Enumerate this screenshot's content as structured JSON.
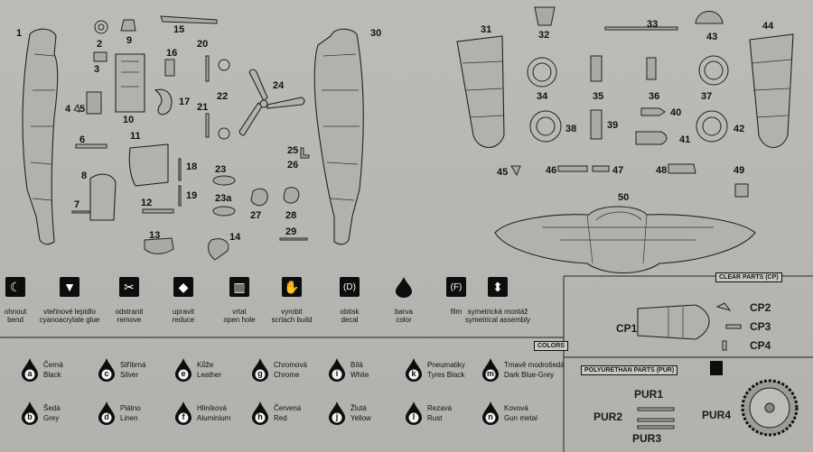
{
  "part_numbers": [
    "1",
    "2",
    "3",
    "4",
    "5",
    "6",
    "7",
    "8",
    "9",
    "10",
    "11",
    "12",
    "13",
    "14",
    "15",
    "16",
    "17",
    "18",
    "19",
    "20",
    "21",
    "22",
    "23",
    "23a",
    "24",
    "25",
    "26",
    "27",
    "28",
    "29",
    "30",
    "31",
    "32",
    "33",
    "34",
    "35",
    "36",
    "37",
    "38",
    "39",
    "40",
    "41",
    "42",
    "43",
    "44",
    "45",
    "46",
    "47",
    "48",
    "49",
    "50"
  ],
  "legend": [
    {
      "icon": "ohnout-bend-icon",
      "label": "ohnout\nbend"
    },
    {
      "icon": "glue-icon",
      "label": "vteřinové lepidlo\ncyanoacrylate glue"
    },
    {
      "icon": "remove-icon",
      "label": "odstranit\nremove"
    },
    {
      "icon": "reduce-icon",
      "label": "upravit\nreduce"
    },
    {
      "icon": "drill-icon",
      "label": "vrtat\nopen hole"
    },
    {
      "icon": "scratch-build-icon",
      "label": "vyrobit\nscrtach build"
    },
    {
      "icon": "decal-icon",
      "glyph": "(D)",
      "label": "obtisk\ndecal"
    },
    {
      "icon": "color-drop-icon",
      "label": "barva\ncolor"
    },
    {
      "icon": "film-icon",
      "glyph": "(F)",
      "label": "film"
    },
    {
      "icon": "symmetrical-icon",
      "label": "symetrická montáž\nsymetrical assembly"
    }
  ],
  "clear_parts": {
    "title": "CLEAR PARTS (CP)",
    "items": [
      "CP1",
      "CP2",
      "CP3",
      "CP4"
    ]
  },
  "colors_title": "COLORS",
  "colors": [
    {
      "code": "a",
      "cz": "Černá",
      "en": "Black"
    },
    {
      "code": "b",
      "cz": "Šedá",
      "en": "Grey"
    },
    {
      "code": "c",
      "cz": "Stříbrná",
      "en": "Silver"
    },
    {
      "code": "d",
      "cz": "Plátno",
      "en": "Linen"
    },
    {
      "code": "e",
      "cz": "Kůže",
      "en": "Leather"
    },
    {
      "code": "f",
      "cz": "Hliníková",
      "en": "Aluminium"
    },
    {
      "code": "g",
      "cz": "Chromová",
      "en": "Chrome"
    },
    {
      "code": "h",
      "cz": "Červená",
      "en": "Red"
    },
    {
      "code": "i",
      "cz": "Bílá",
      "en": "White"
    },
    {
      "code": "j",
      "cz": "Žlutá",
      "en": "Yellow"
    },
    {
      "code": "k",
      "cz": "Pneumatiky",
      "en": "Tyres Black"
    },
    {
      "code": "l",
      "cz": "Rezavá",
      "en": "Rust"
    },
    {
      "code": "m",
      "cz": "Tmavě modrošedá",
      "en": "Dark Blue-Grey"
    },
    {
      "code": "n",
      "cz": "Kovová",
      "en": "Gun metal"
    }
  ],
  "pur_parts": {
    "title": "POLYURETHAN PARTS (PUR)",
    "items": [
      "PUR1",
      "PUR2",
      "PUR3",
      "PUR4"
    ]
  },
  "accent": "#0d0d0d"
}
